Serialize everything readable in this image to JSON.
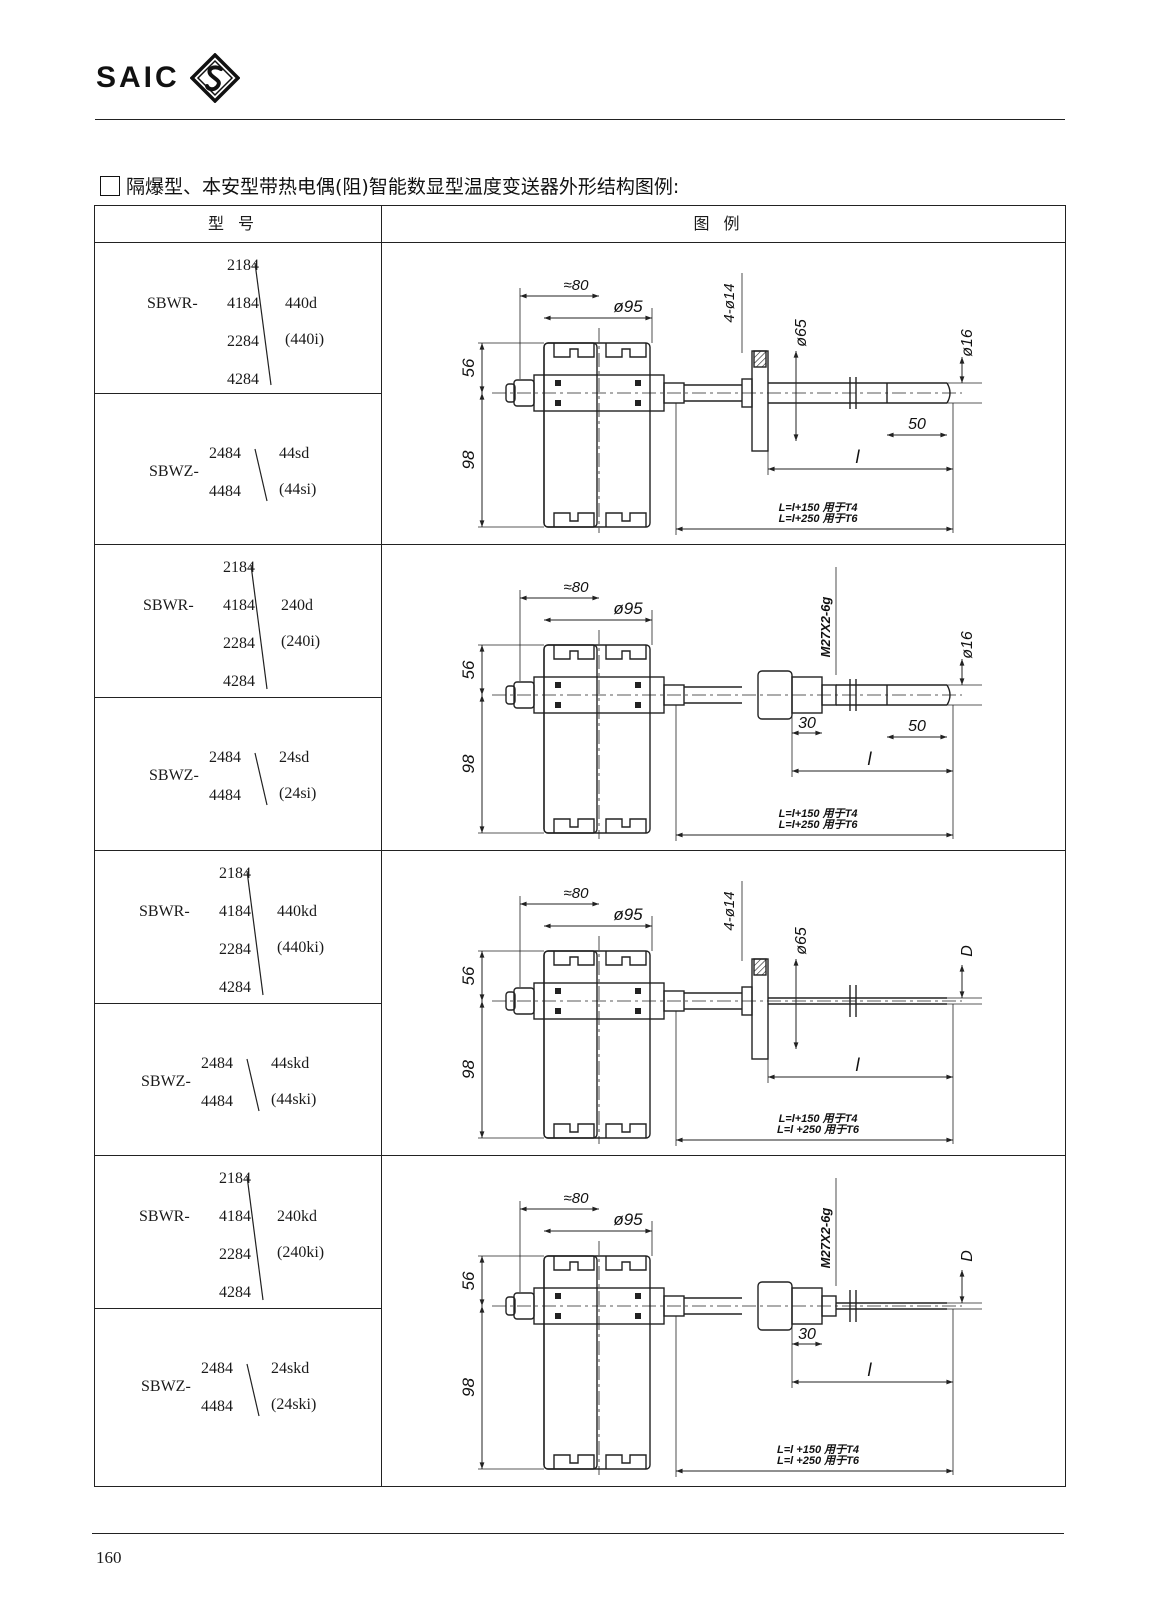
{
  "header": {
    "brand": "SAIC",
    "logo_icon": "saic-s-diamond-icon"
  },
  "title": {
    "checkbox_icon": "empty-checkbox-icon",
    "text": "隔爆型、本安型带热电偶(阻)智能数显型温度变送器外形结构图例:"
  },
  "table": {
    "header_model": "型号",
    "header_figure": "图例",
    "sections": [
      {
        "sbwr": {
          "codes": [
            "2184",
            "4184",
            "2284",
            "4284"
          ],
          "prefix": "SBWR-",
          "suffix_a": "440d",
          "suffix_b": "(440i)"
        },
        "sbwz": {
          "codes": [
            "2484",
            "4484"
          ],
          "prefix": "SBWZ-",
          "suffix_a": "44sd",
          "suffix_b": "(44si)"
        },
        "figure": {
          "type": "flange",
          "labels": {
            "approx80": "≈80",
            "dia95": "ø95",
            "holes": "4-ø14",
            "flange": "ø65",
            "rod": "ø16",
            "h56": "56",
            "h98": "98",
            "tip": "50",
            "l": "l",
            "L1": "L=l+150 用于T4",
            "L2": "L=l+250 用于T6"
          }
        }
      },
      {
        "sbwr": {
          "codes": [
            "2184",
            "4184",
            "2284",
            "4284"
          ],
          "prefix": "SBWR-",
          "suffix_a": "240d",
          "suffix_b": "(240i)"
        },
        "sbwz": {
          "codes": [
            "2484",
            "4484"
          ],
          "prefix": "SBWZ-",
          "suffix_a": "24sd",
          "suffix_b": "(24si)"
        },
        "figure": {
          "type": "thread",
          "labels": {
            "approx80": "≈80",
            "dia95": "ø95",
            "thread": "M27X2-6g",
            "rod": "ø16",
            "h56": "56",
            "h98": "98",
            "nut": "30",
            "tip": "50",
            "l": "l",
            "L1": "L=l+150 用于T4",
            "L2": "L=l+250 用于T6"
          }
        }
      },
      {
        "sbwr": {
          "codes": [
            "2184",
            "4184",
            "2284",
            "4284"
          ],
          "prefix": "SBWR-",
          "suffix_a": "440kd",
          "suffix_b": "(440ki)"
        },
        "sbwz": {
          "codes": [
            "2484",
            "4484"
          ],
          "prefix": "SBWZ-",
          "suffix_a": "44skd",
          "suffix_b": "(44ski)"
        },
        "figure": {
          "type": "flange-thin",
          "labels": {
            "approx80": "≈80",
            "dia95": "ø95",
            "holes": "4-ø14",
            "flange": "ø65",
            "rod": "D",
            "h56": "56",
            "h98": "98",
            "l": "l",
            "L1": "L=l+150 用于T4",
            "L2": "L=l +250 用于T6"
          }
        }
      },
      {
        "sbwr": {
          "codes": [
            "2184",
            "4184",
            "2284",
            "4284"
          ],
          "prefix": "SBWR-",
          "suffix_a": "240kd",
          "suffix_b": "(240ki)"
        },
        "sbwz": {
          "codes": [
            "2484",
            "4484"
          ],
          "prefix": "SBWZ-",
          "suffix_a": "24skd",
          "suffix_b": "(24ski)"
        },
        "figure": {
          "type": "thread-thin",
          "labels": {
            "approx80": "≈80",
            "dia95": "ø95",
            "thread": "M27X2-6g",
            "rod": "D",
            "h56": "56",
            "h98": "98",
            "nut": "30",
            "l": "l",
            "L1": "L=l +150 用于T4",
            "L2": "L=l +250 用于T6"
          }
        }
      }
    ]
  },
  "footer": {
    "page_number": "160"
  }
}
